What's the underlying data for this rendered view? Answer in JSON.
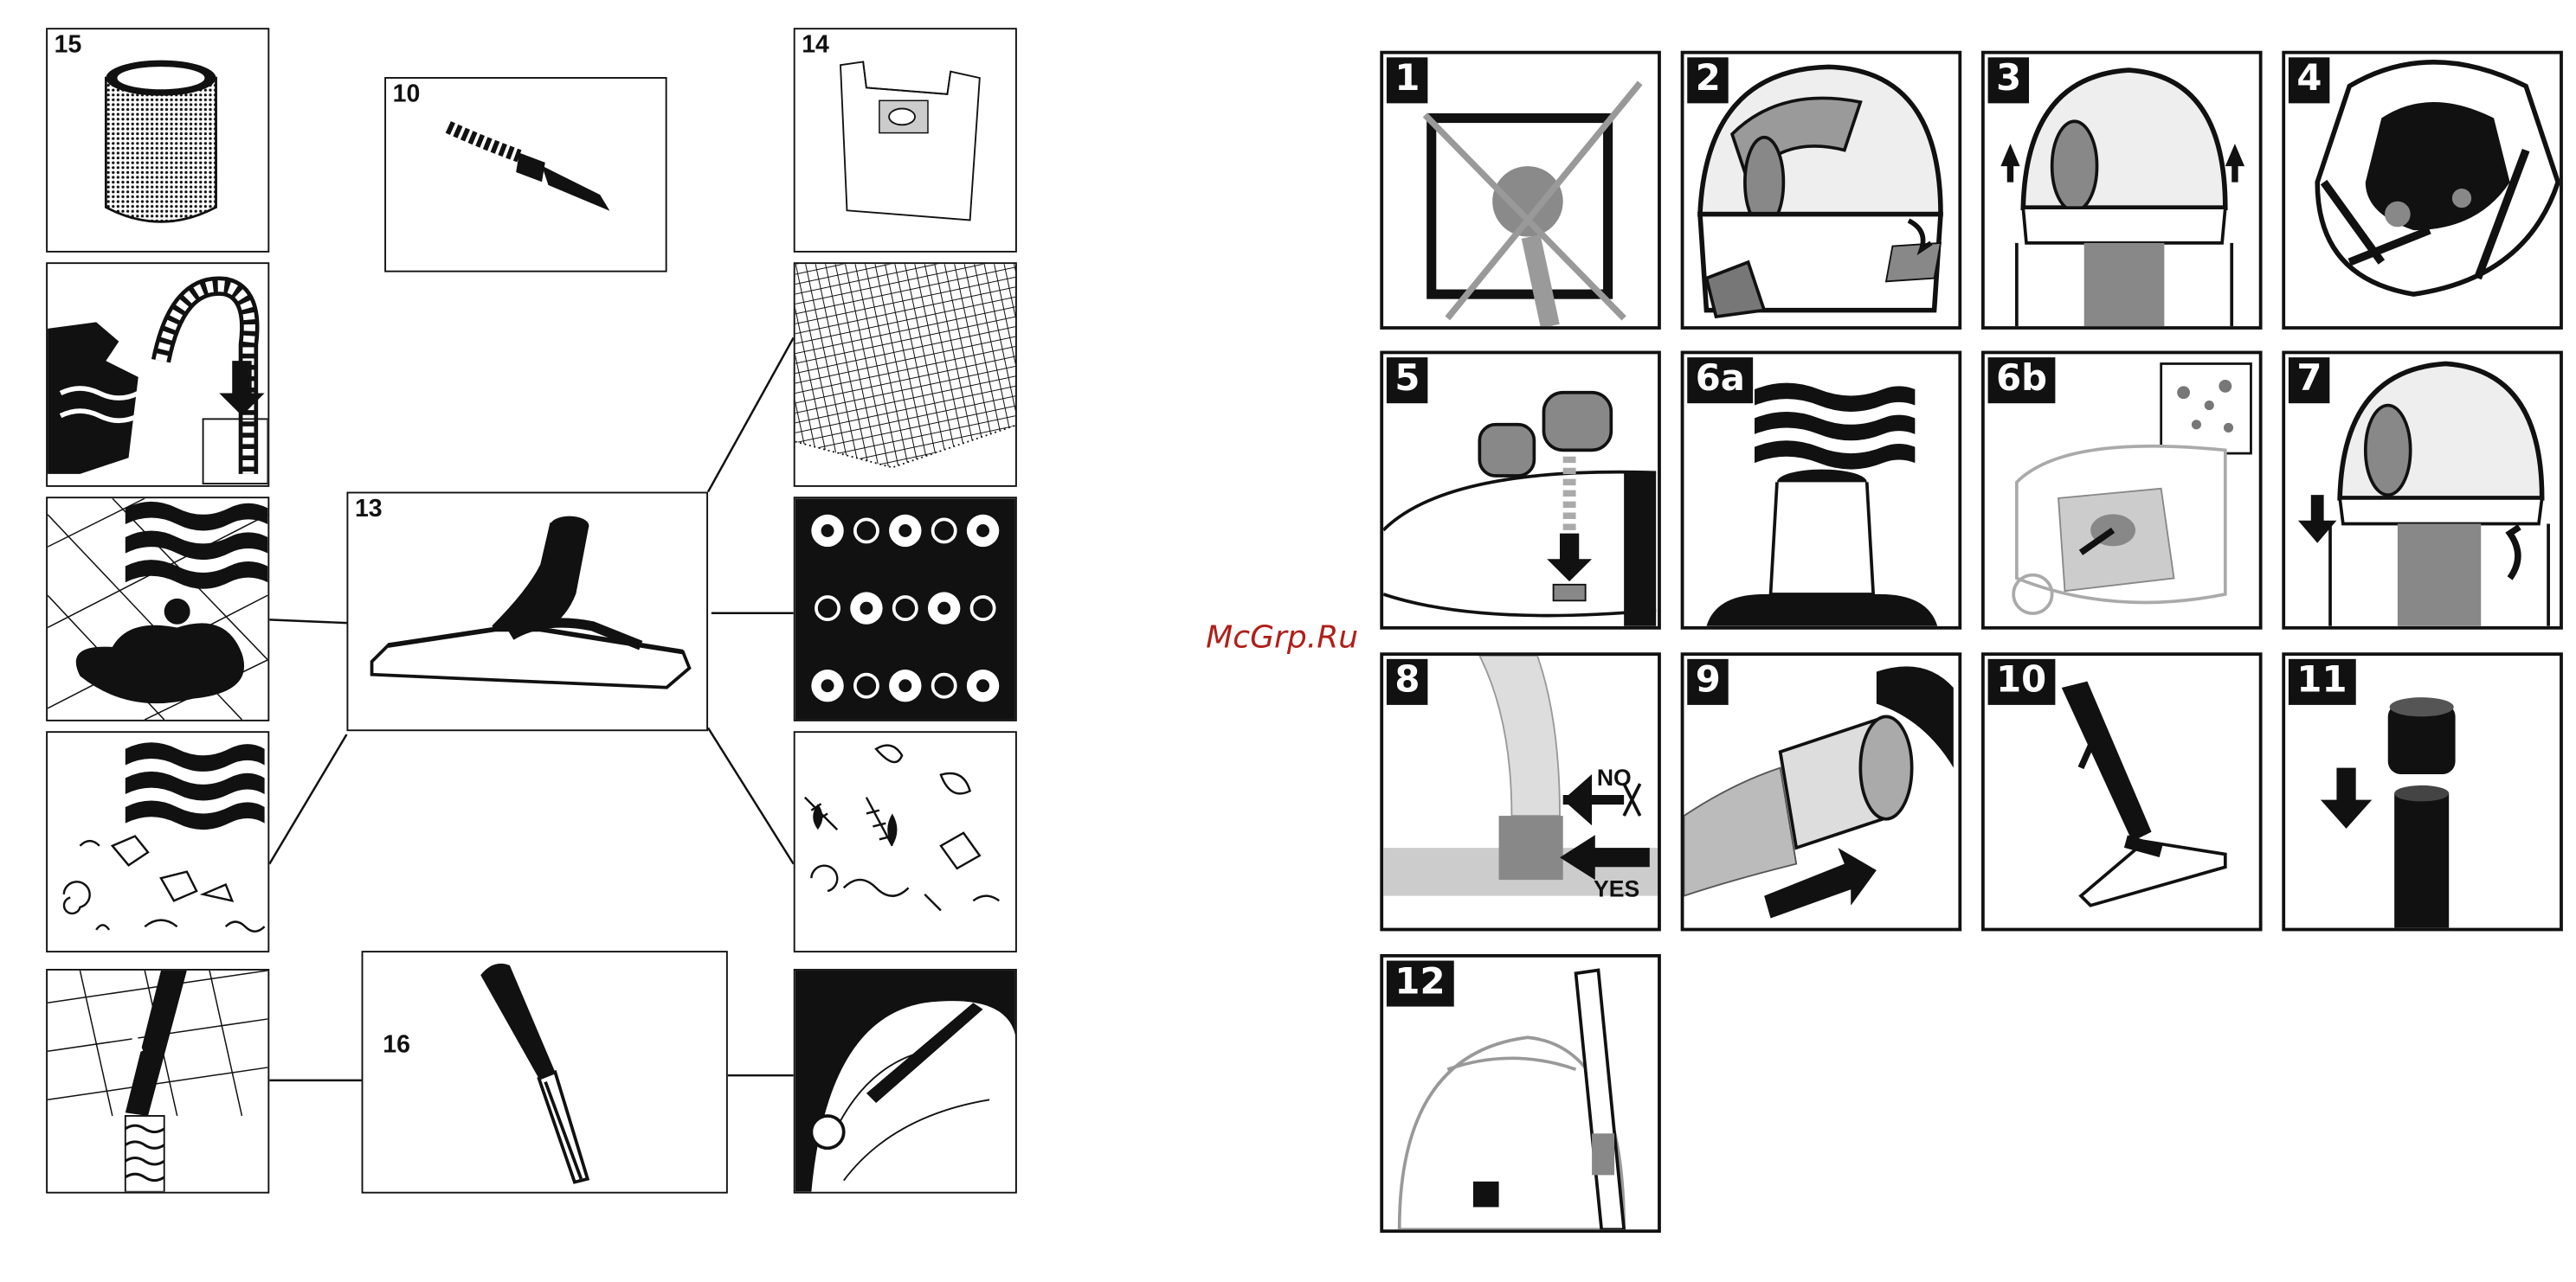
{
  "left_panel": {
    "labels": {
      "p15": "15",
      "p10": "10",
      "p14": "14",
      "p13": "13",
      "p16": "16"
    }
  },
  "watermark": "McGrp.Ru",
  "steps": [
    {
      "label": "1"
    },
    {
      "label": "2"
    },
    {
      "label": "3"
    },
    {
      "label": "4"
    },
    {
      "label": "5"
    },
    {
      "label": "6a"
    },
    {
      "label": "6b"
    },
    {
      "label": "7"
    },
    {
      "label": "8"
    },
    {
      "label": "9"
    },
    {
      "label": "10"
    },
    {
      "label": "11"
    },
    {
      "label": "12"
    }
  ],
  "step8": {
    "no_label": "NO",
    "yes_label": "YES"
  },
  "colors": {
    "ink": "#111111",
    "watermark": "#b0201a",
    "grey": "#9a9a9a"
  }
}
